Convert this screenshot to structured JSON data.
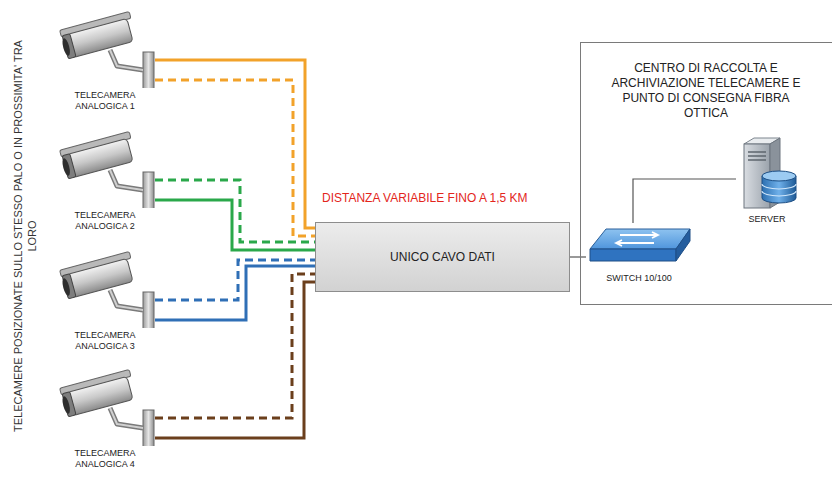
{
  "diagram": {
    "nodes": [
      {
        "text": [
          "TELECAMERA ANALOGICA 1"
        ]
      },
      {
        "text": [
          "TELECAMERA ANALOGICA 2"
        ]
      },
      {
        "text": [
          "TELECAMERA ANALOGICA 3"
        ]
      },
      {
        "text": [
          "TELECAMERA ANALOGICA 4"
        ]
      },
      {
        "text": [
          "UNICO CAVO DATI"
        ]
      },
      {
        "text": [
          "CENTRO DI RACCOLTA E ARCHIVIAZIONE TELECAMERE E PUNTO DI CONSEGNA FIBRA OTTICA"
        ]
      },
      {
        "text": [
          "SWITCH 10/100"
        ],
        "in": 5
      },
      {
        "text": [
          "SERVER"
        ],
        "in": 5
      }
    ],
    "edges": [
      {
        "from": 0,
        "to": 4,
        "arrow": "none"
      },
      {
        "from": 0,
        "to": 4,
        "arrow": "none"
      },
      {
        "from": 1,
        "to": 4,
        "arrow": "none"
      },
      {
        "from": 1,
        "to": 4,
        "arrow": "none"
      },
      {
        "from": 2,
        "to": 4,
        "arrow": "none"
      },
      {
        "from": 2,
        "to": 4,
        "arrow": "none"
      },
      {
        "from": 3,
        "to": 4,
        "arrow": "none"
      },
      {
        "from": 3,
        "to": 4,
        "arrow": "none"
      },
      {
        "from": 4,
        "to": 6,
        "arrow": "none"
      },
      {
        "from": 6,
        "to": 7,
        "arrow": "none"
      }
    ],
    "labels": [
      "TELECAMERE POSIZIONATE SULLO STESSO PALO O IN PROSSIMITA' TRA LORO",
      "DISTANZA VARIABILE FINO A 1,5 KM"
    ]
  }
}
